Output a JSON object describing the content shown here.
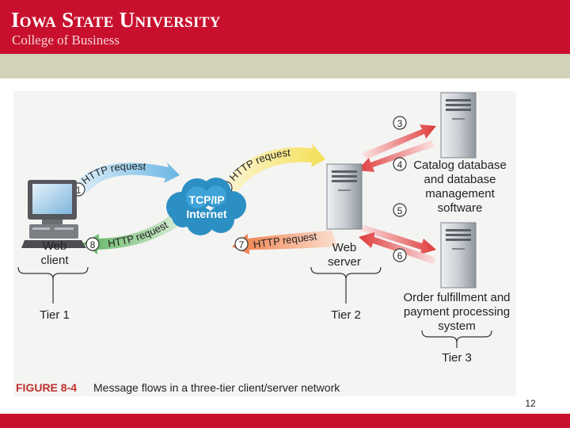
{
  "header": {
    "university": "Iowa State University",
    "college": "College of Business"
  },
  "figure": {
    "caption_label": "FIGURE 8-4",
    "caption_text": "Message flows in a three-tier client/server network",
    "cloud": {
      "line1": "TCP/IP",
      "line2": "Internet"
    },
    "arrows": {
      "a1": {
        "num": "1",
        "label": "HTTP request"
      },
      "a2": {
        "num": "2",
        "label": "HTTP request"
      },
      "a7": {
        "num": "7",
        "label": "HTTP request"
      },
      "a8": {
        "num": "8",
        "label": "HTTP request"
      },
      "a3": {
        "num": "3"
      },
      "a4": {
        "num": "4"
      },
      "a5": {
        "num": "5"
      },
      "a6": {
        "num": "6"
      }
    },
    "client": {
      "line1": "Web",
      "line2": "client"
    },
    "server": {
      "line1": "Web",
      "line2": "server"
    },
    "catalog": {
      "line1": "Catalog database",
      "line2": "and database",
      "line3": "management",
      "line4": "software"
    },
    "order": {
      "line1": "Order fulfillment and",
      "line2": "payment processing",
      "line3": "system"
    },
    "tiers": {
      "tier1": "Tier 1",
      "tier2": "Tier 2",
      "tier3": "Tier 3"
    }
  },
  "page_number": "12",
  "colors": {
    "brand_red": "#c8102e",
    "band_tan": "#d3d1ba"
  }
}
